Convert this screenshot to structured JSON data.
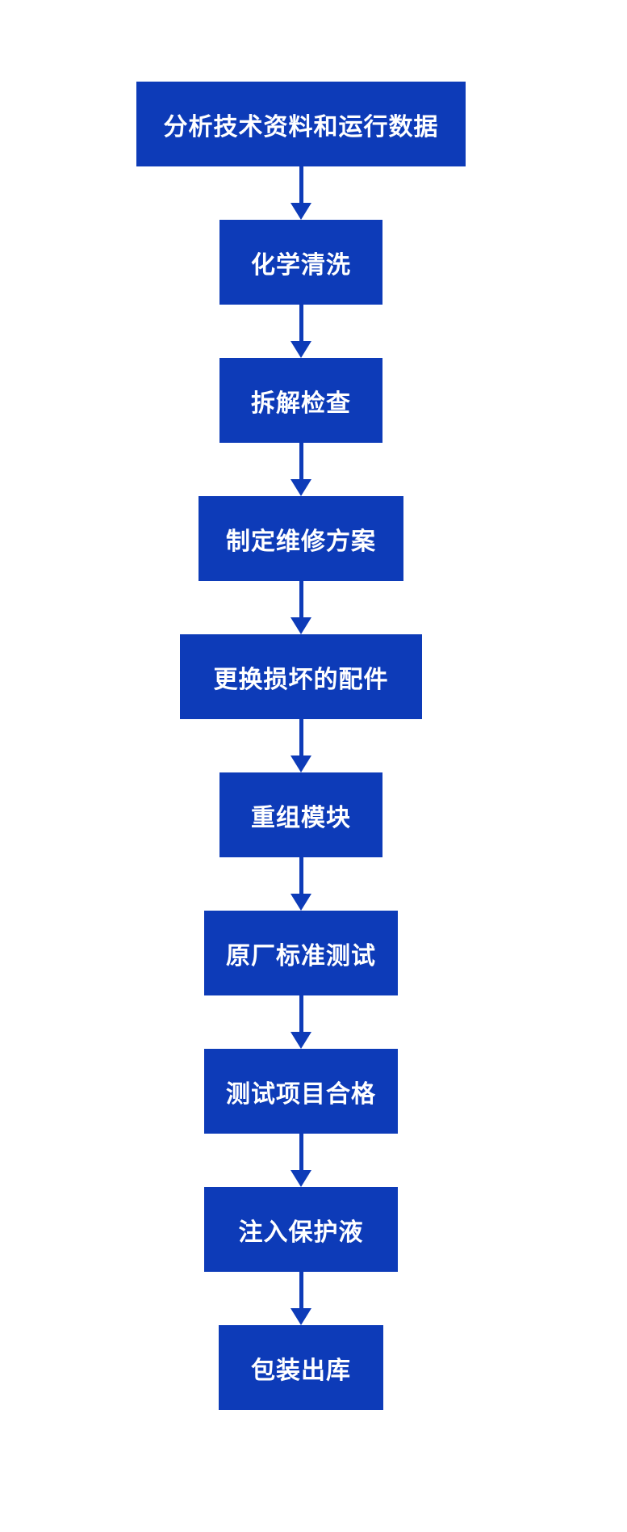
{
  "page": {
    "background_color": "#ffffff"
  },
  "flowchart": {
    "type": "vertical-process-flow",
    "node_color": "#0d3bb8",
    "arrow_color": "#0d3bb8",
    "text_color": "#ffffff",
    "steps": [
      {
        "label": "分析技术资料和运行数据"
      },
      {
        "label": "化学清洗"
      },
      {
        "label": "拆解检查"
      },
      {
        "label": "制定维修方案"
      },
      {
        "label": "更换损坏的配件"
      },
      {
        "label": "重组模块"
      },
      {
        "label": "原厂标准测试"
      },
      {
        "label": "测试项目合格"
      },
      {
        "label": "注入保护液"
      },
      {
        "label": "包装出库"
      }
    ]
  }
}
